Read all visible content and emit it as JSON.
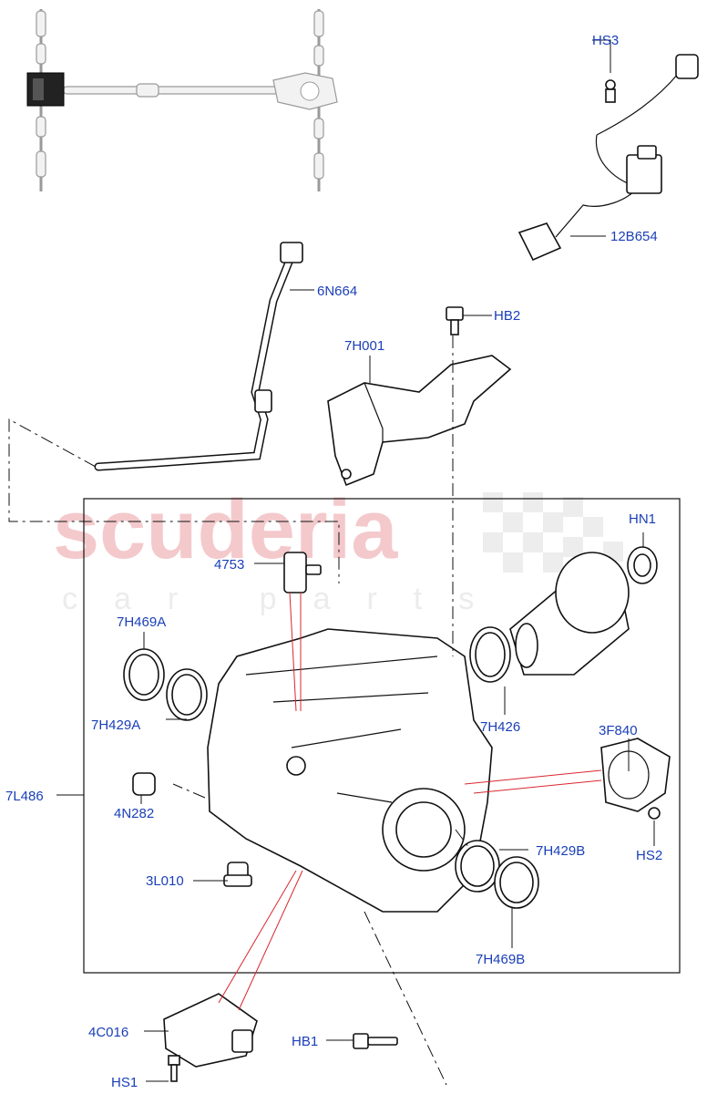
{
  "watermark": {
    "main": "scuderia",
    "sub": "car parts"
  },
  "labels": {
    "HS3": "HS3",
    "12B654": "12B654",
    "6N664": "6N664",
    "HB2": "HB2",
    "7H001": "7H001",
    "HN1": "HN1",
    "4753": "4753",
    "7H469A": "7H469A",
    "7H429A": "7H429A",
    "7H426": "7H426",
    "3F840": "3F840",
    "7L486": "7L486",
    "4N282": "4N282",
    "HS2": "HS2",
    "7H429B": "7H429B",
    "3L010": "3L010",
    "7H469B": "7H469B",
    "4C016": "4C016",
    "HB1": "HB1",
    "HS1": "HS1"
  },
  "colors": {
    "label": "#1a3fb8",
    "leader": "#111111",
    "accent_line": "#d9272e",
    "watermark": "#f4c9cc"
  }
}
